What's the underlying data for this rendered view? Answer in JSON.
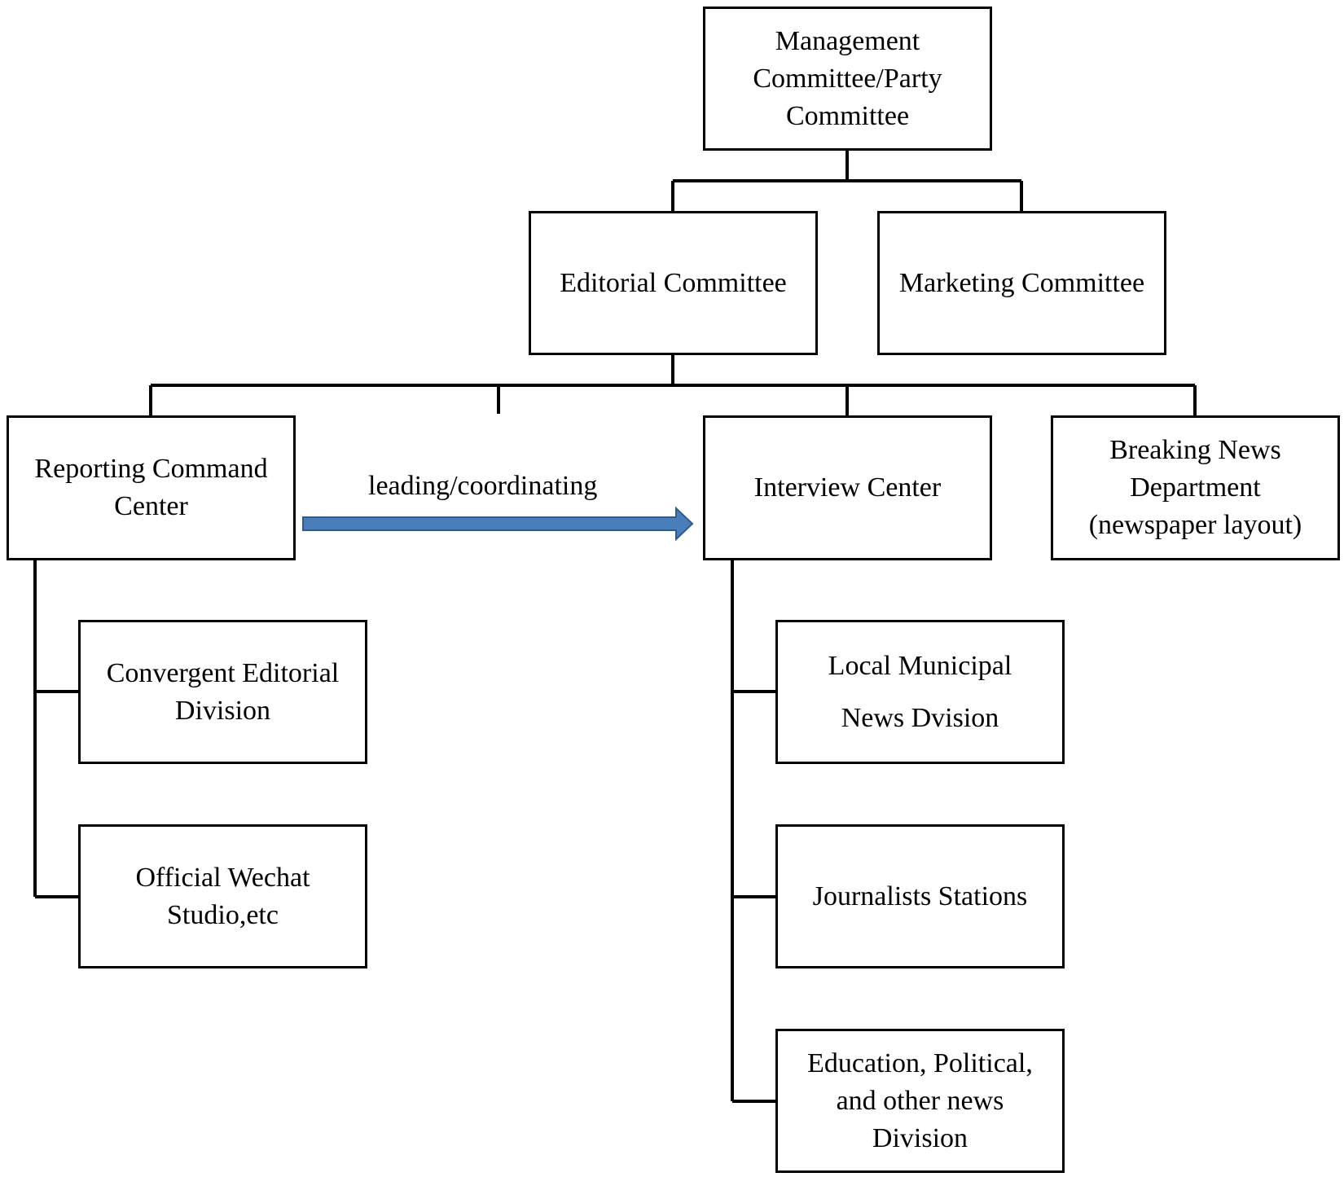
{
  "colors": {
    "lines": "#000000",
    "arrow_fill": "#4A7EBB",
    "arrow_stroke": "#2E5C8A"
  },
  "nodes": {
    "management": {
      "label": "Management\nCommittee/Party\nCommittee"
    },
    "editorial": {
      "label": "Editorial Committee"
    },
    "marketing": {
      "label": "Marketing Committee"
    },
    "reporting": {
      "label": "Reporting Command\nCenter"
    },
    "interview": {
      "label": "Interview Center"
    },
    "breaking_news": {
      "label": "Breaking News\nDepartment\n(newspaper layout)"
    },
    "convergent": {
      "label": "Convergent Editorial\nDivision"
    },
    "wechat": {
      "label": "Official Wechat\nStudio,etc"
    },
    "local_municipal": {
      "label": "Local Municipal\nNews Dvision"
    },
    "journalists": {
      "label": "Journalists Stations"
    },
    "education": {
      "label": "Education, Political,\nand other news\nDivision"
    }
  },
  "edge_label": "leading/coordinating"
}
